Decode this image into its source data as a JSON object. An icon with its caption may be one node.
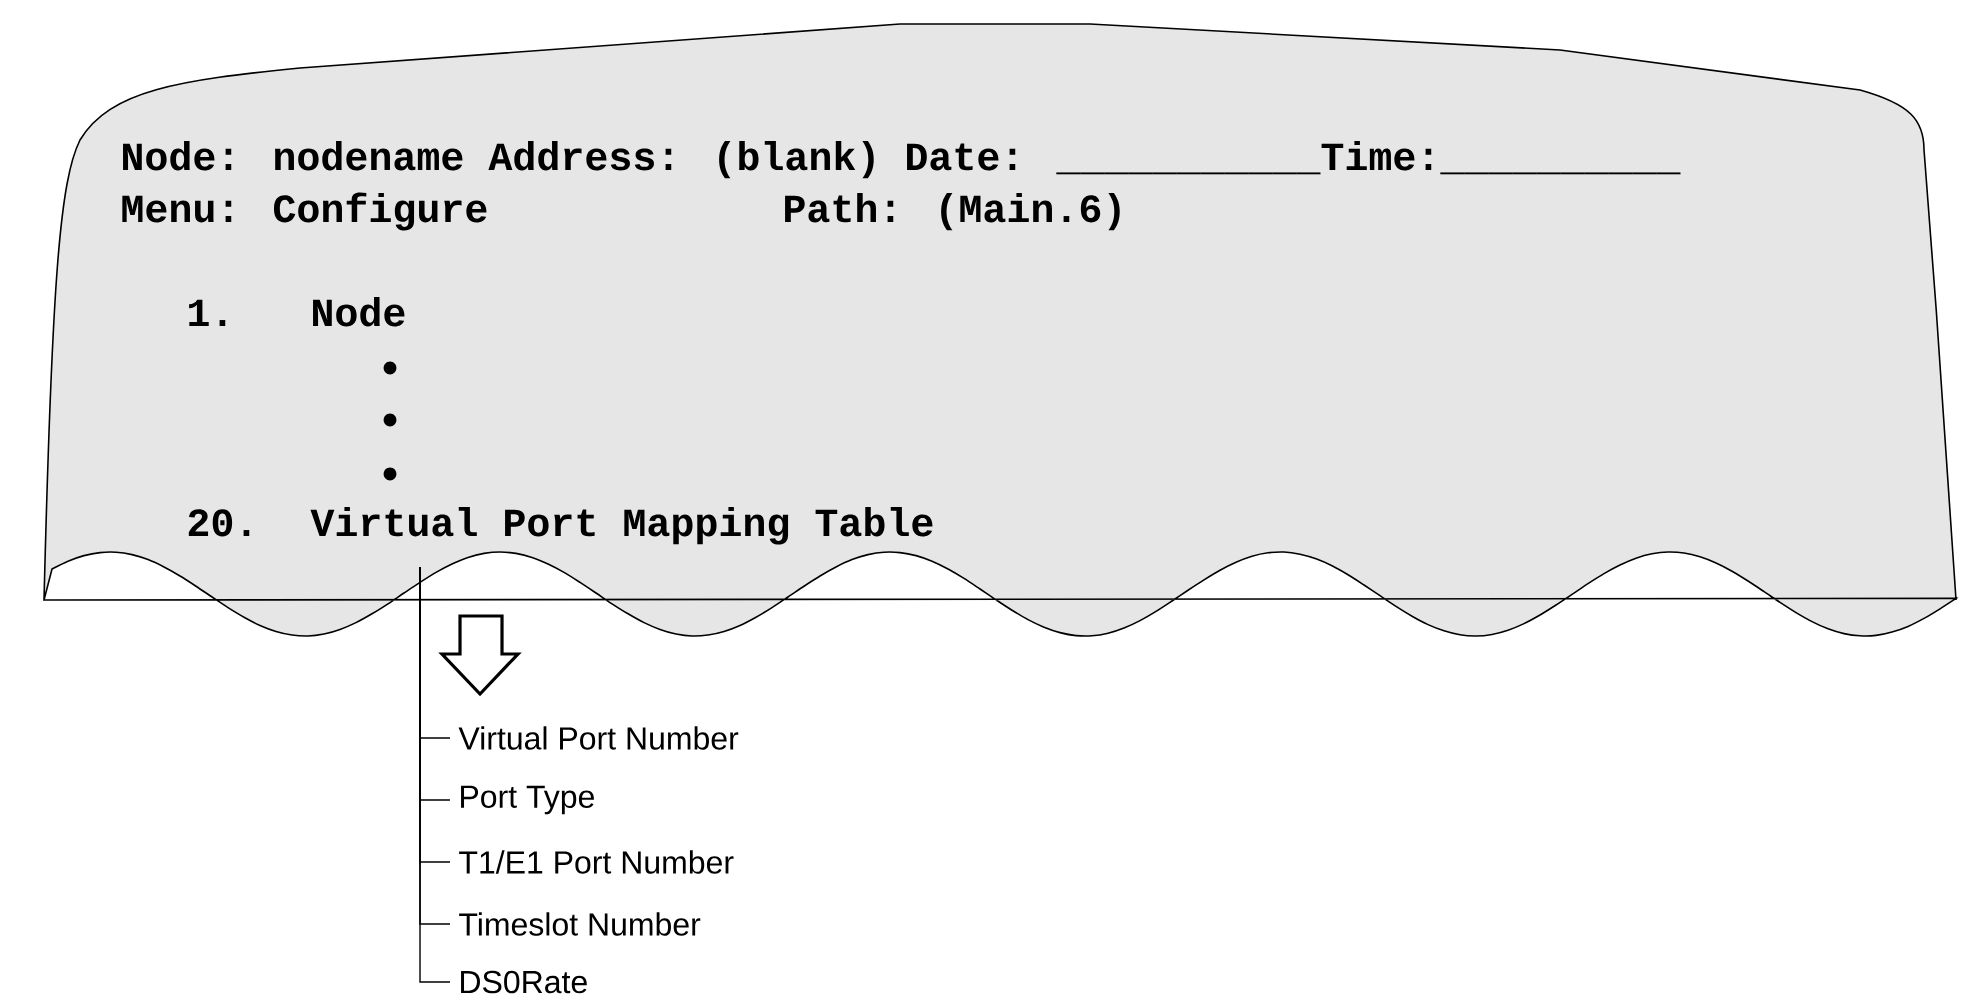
{
  "diagram": {
    "nodes": [
      {
        "text": [
          "Node: nodename Address: (blank) Date: ___________Time:__________",
          "Menu: Configure",
          "Path: (Main.6)",
          "1.",
          "Node",
          "20."
        ]
      },
      {
        "text": [
          "Virtual Port Mapping Table"
        ],
        "in": 0
      },
      {
        "text": [
          "Virtual Port Number"
        ]
      },
      {
        "text": [
          "Port Type"
        ]
      },
      {
        "text": [
          "T1/E1 Port Number"
        ]
      },
      {
        "text": [
          "Timeslot Number"
        ]
      },
      {
        "text": [
          "DS0Rate"
        ]
      }
    ],
    "edges": [
      {
        "from": 1,
        "to": 2,
        "arrow": "none"
      },
      {
        "from": 1,
        "to": 3,
        "arrow": "none"
      },
      {
        "from": 1,
        "to": 4,
        "arrow": "none"
      },
      {
        "from": 1,
        "to": 5,
        "arrow": "none"
      },
      {
        "from": 1,
        "to": 6,
        "arrow": "none"
      }
    ]
  }
}
